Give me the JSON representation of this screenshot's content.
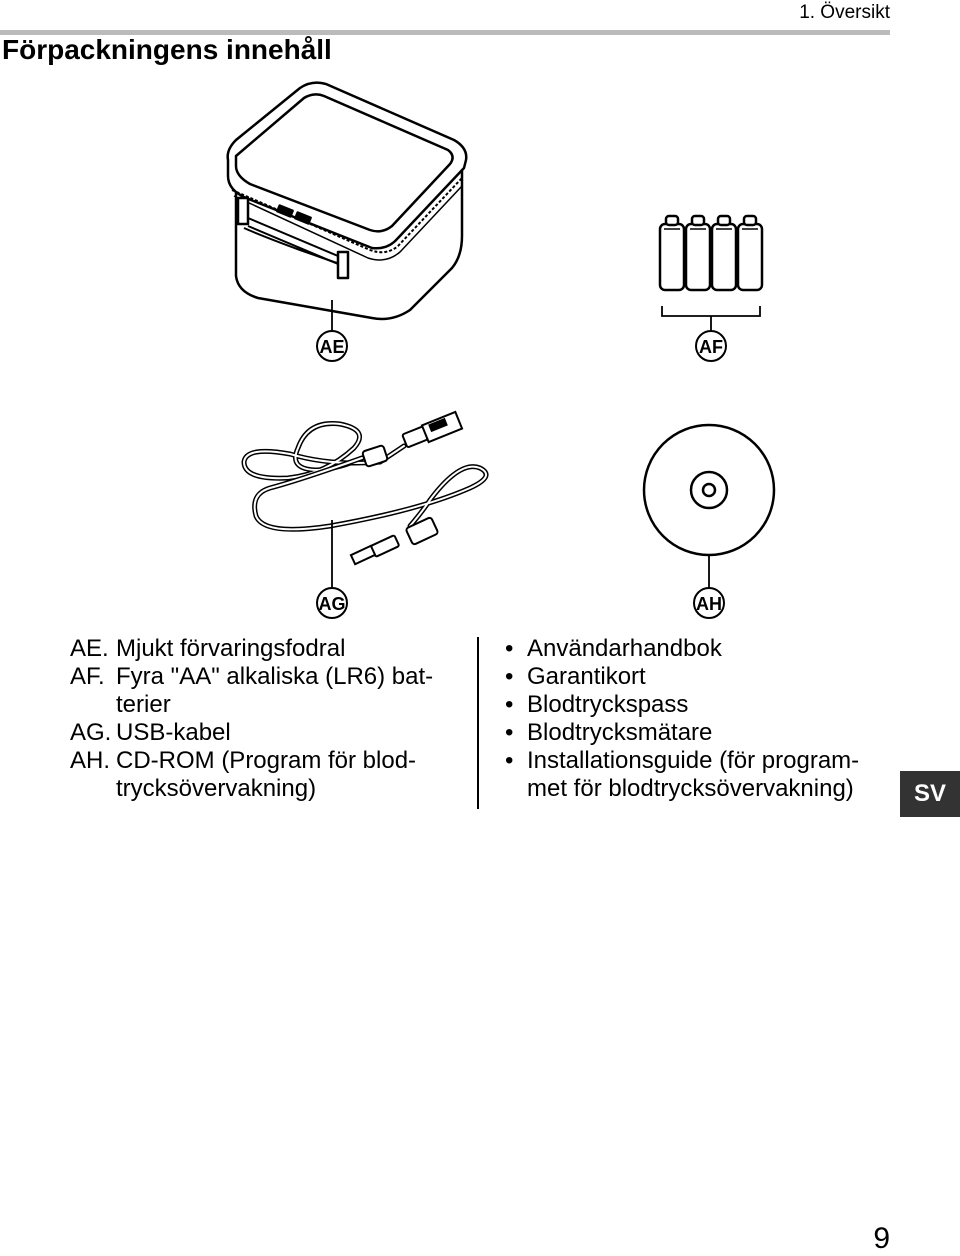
{
  "header": {
    "section": "1. Översikt",
    "title": "Förpackningens innehåll"
  },
  "labels": {
    "case": "AE",
    "batteries": "AF",
    "usb_cable": "AG",
    "cd_rom": "AH"
  },
  "items_left": [
    {
      "code": "AE.",
      "lines": [
        "Mjukt förvaringsfodral"
      ]
    },
    {
      "code": "AF.",
      "lines": [
        "Fyra \"AA\" alkaliska (LR6) bat-",
        "terier"
      ]
    },
    {
      "code": "AG.",
      "lines": [
        "USB-kabel"
      ]
    },
    {
      "code": "AH.",
      "lines": [
        "CD-ROM (Program för blod-",
        "trycksövervakning)"
      ]
    }
  ],
  "items_right": [
    {
      "bullet": "•",
      "lines": [
        "Användarhandbok"
      ]
    },
    {
      "bullet": "•",
      "lines": [
        "Garantikort"
      ]
    },
    {
      "bullet": "•",
      "lines": [
        "Blodtryckspass"
      ]
    },
    {
      "bullet": "•",
      "lines": [
        "Blodtrycksmätare"
      ]
    },
    {
      "bullet": "•",
      "lines": [
        "Installationsguide (för program-",
        "met för blodtrycksövervakning)"
      ]
    }
  ],
  "language_tab": "SV",
  "page_number": "9"
}
